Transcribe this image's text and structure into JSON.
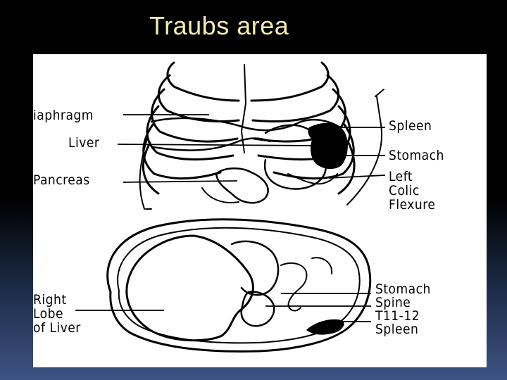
{
  "slide": {
    "title": "Traubs area"
  },
  "figure": {
    "top_labels": {
      "diaphragm": "iaphragm",
      "liver": "Liver",
      "pancreas": "Pancreas",
      "spleen": "Spleen",
      "stomach": "Stomach",
      "left_colic_1": "Left",
      "left_colic_2": "Colic",
      "left_colic_3": "Flexure"
    },
    "bottom_labels": {
      "right_lobe_1": "Right",
      "right_lobe_2": "Lobe",
      "right_lobe_3": "of Liver",
      "stomach": "Stomach",
      "spine": "Spine",
      "vertebrae": "T11-12",
      "spleen": "Spleen"
    }
  },
  "colors": {
    "title": "#f4eeb0",
    "figure_bg": "#ffffff",
    "ink": "#000000"
  }
}
